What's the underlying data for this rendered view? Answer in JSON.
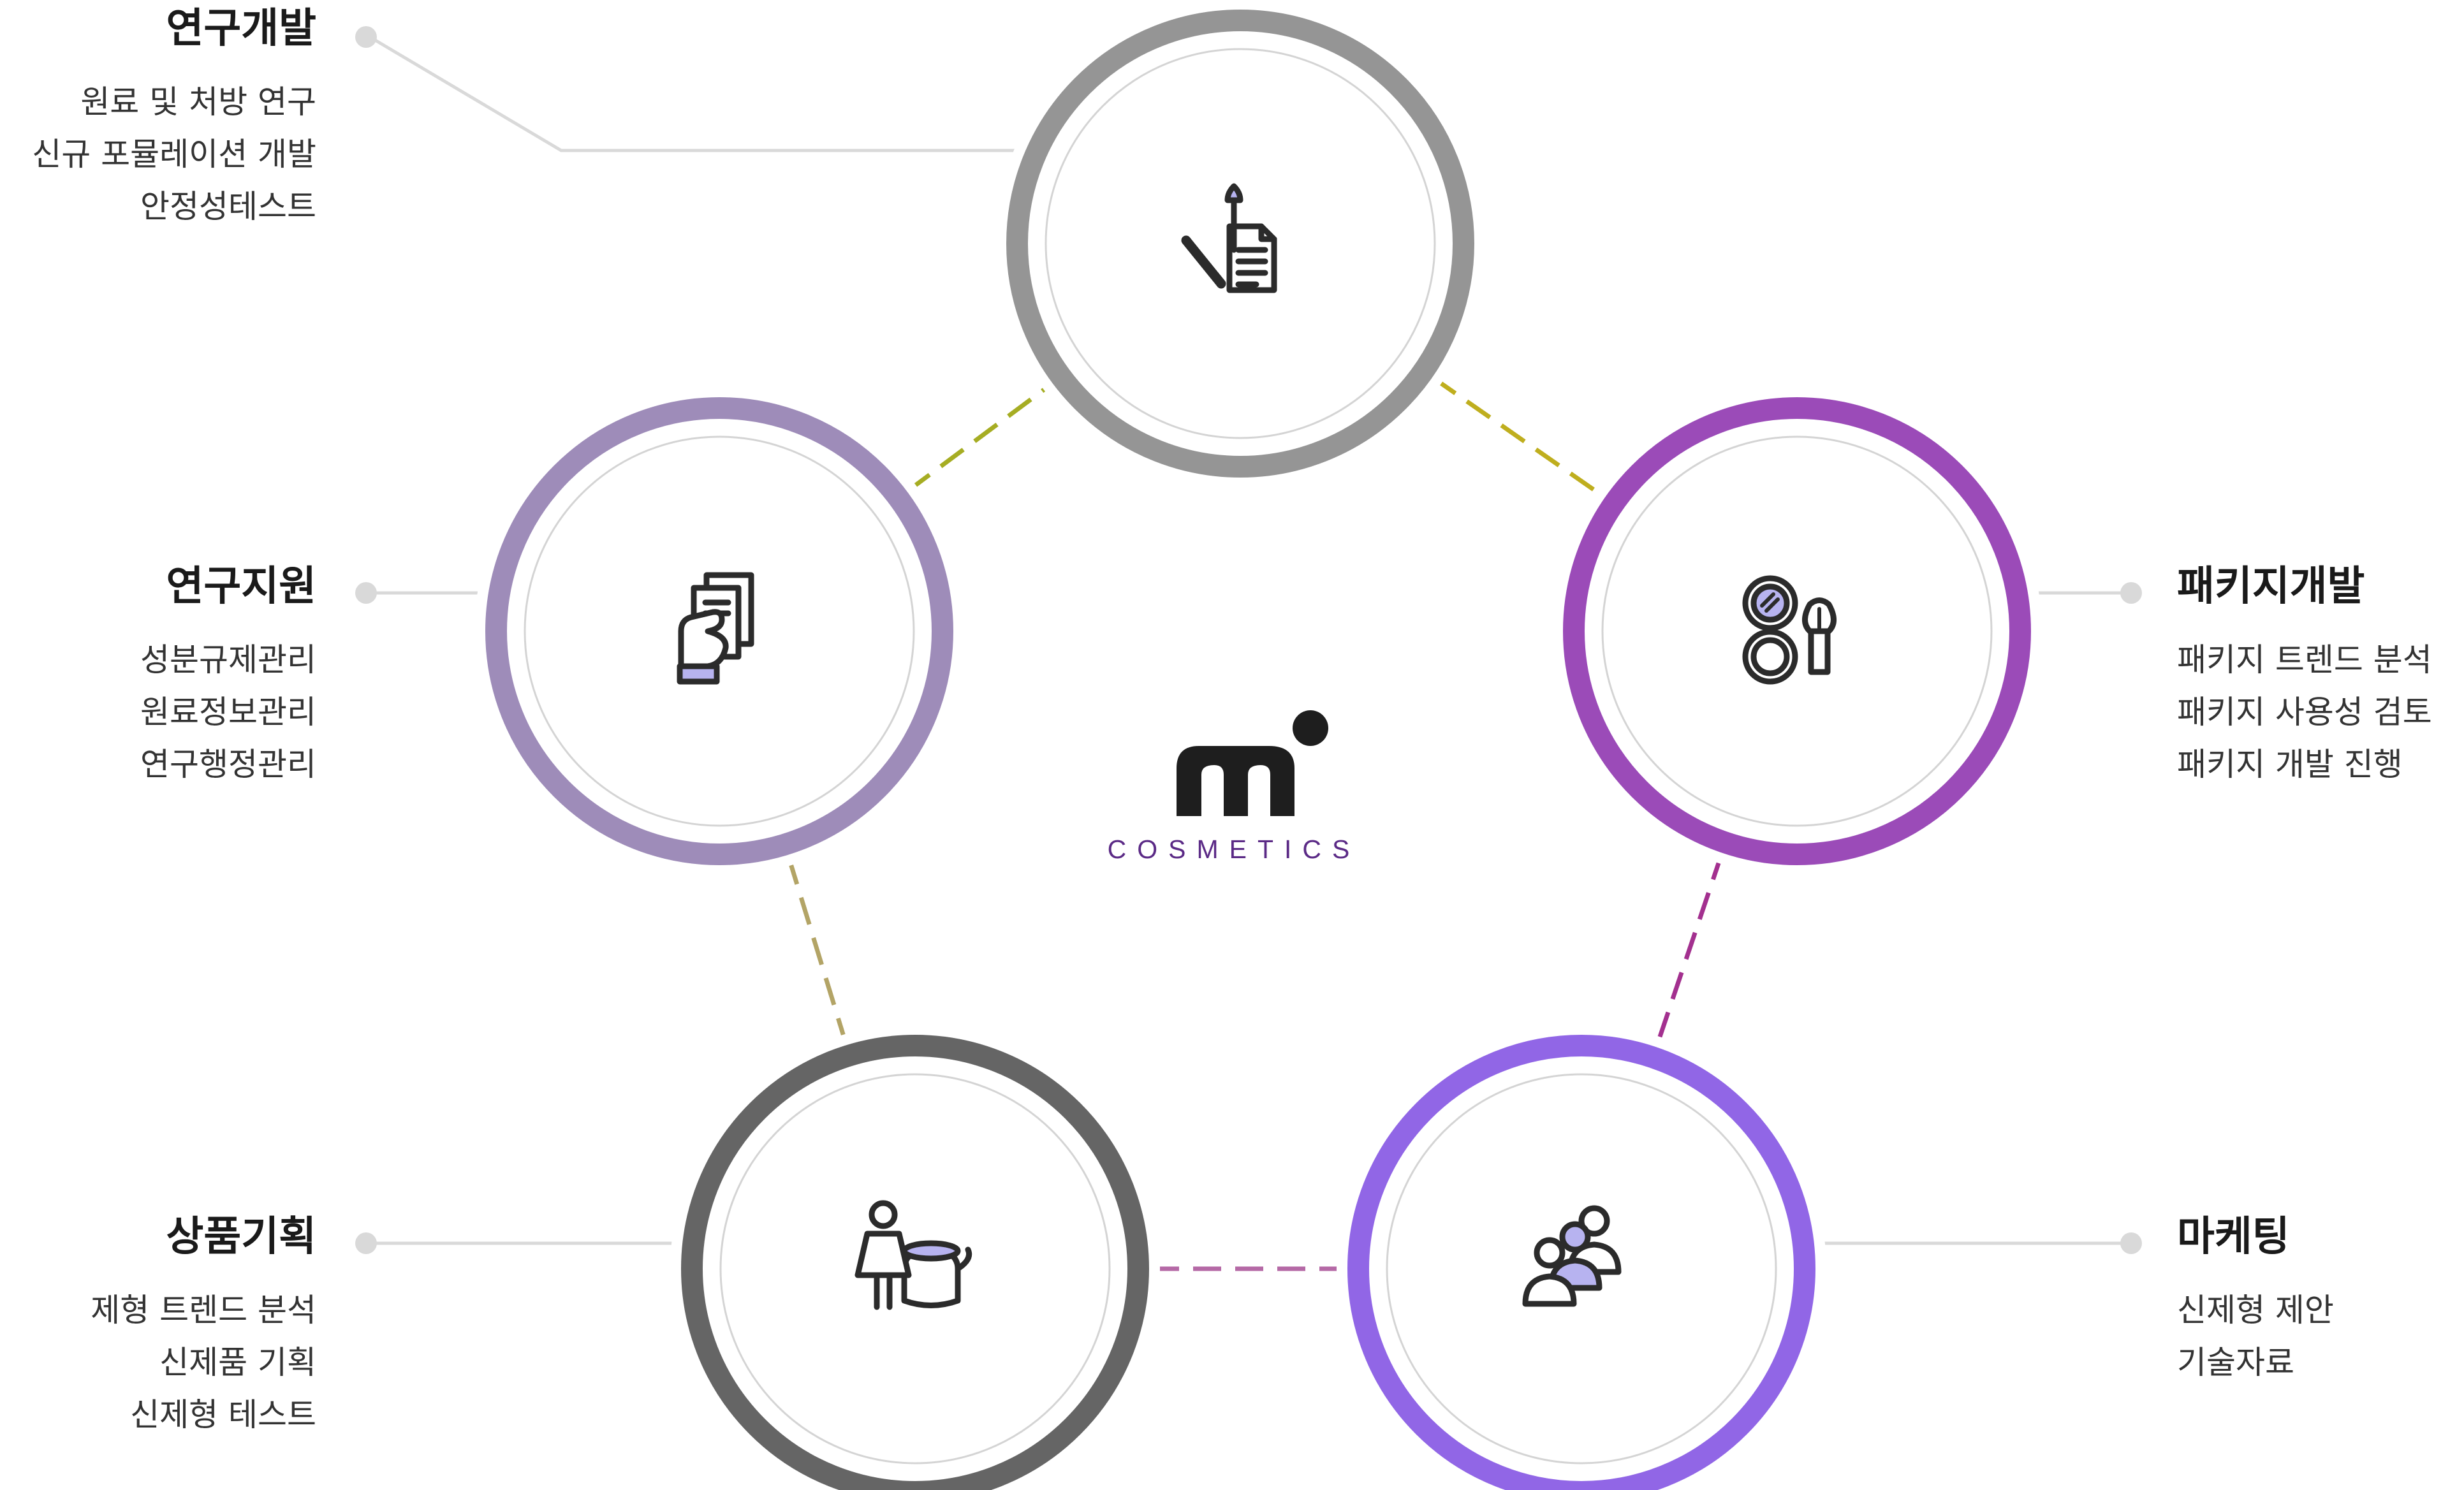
{
  "brand": {
    "wordmark": "COSMETICS",
    "color": "#5b2a86"
  },
  "nodes": [
    {
      "id": "research-dev",
      "title": "연구개발",
      "items": [
        "원료 및 처방 연구",
        "신규 포뮬레이션 개발",
        "안정성테스트"
      ],
      "ring_color": "#959595",
      "icon": "document-pen-icon"
    },
    {
      "id": "package-dev",
      "title": "패키지개발",
      "items": [
        "패키지 트렌드 분석",
        "패키지 사용성 검토",
        "패키지 개발 진행"
      ],
      "ring_color": "#9b4bb8",
      "icon": "compact-brush-icon"
    },
    {
      "id": "marketing",
      "title": "마케팅",
      "items": [
        "신제형 제안",
        "기술자료"
      ],
      "ring_color": "#9166e6",
      "icon": "people-group-icon"
    },
    {
      "id": "product-planning",
      "title": "상품기획",
      "items": [
        "제형 트렌드 분석",
        "신제품 기획",
        "신제형 테스트"
      ],
      "ring_color": "#656565",
      "icon": "person-cream-jar-icon"
    },
    {
      "id": "research-support",
      "title": "연구지원",
      "items": [
        "성분규제관리",
        "원료정보관리",
        "연구행정관리"
      ],
      "ring_color": "#9e8cb9",
      "icon": "hand-document-icon"
    }
  ],
  "connections": [
    {
      "from": "research-dev",
      "to": "package-dev",
      "color": "#bfae1e"
    },
    {
      "from": "package-dev",
      "to": "marketing",
      "color": "#a3308f"
    },
    {
      "from": "marketing",
      "to": "product-planning",
      "color": "#b569a6"
    },
    {
      "from": "product-planning",
      "to": "research-support",
      "color": "#b3a466"
    },
    {
      "from": "research-support",
      "to": "research-dev",
      "color": "#a6ad23"
    }
  ],
  "colors": {
    "icon_stroke": "#2b2b2b",
    "icon_accent": "#b7b3f0",
    "leader_line": "#d9d9d9"
  }
}
